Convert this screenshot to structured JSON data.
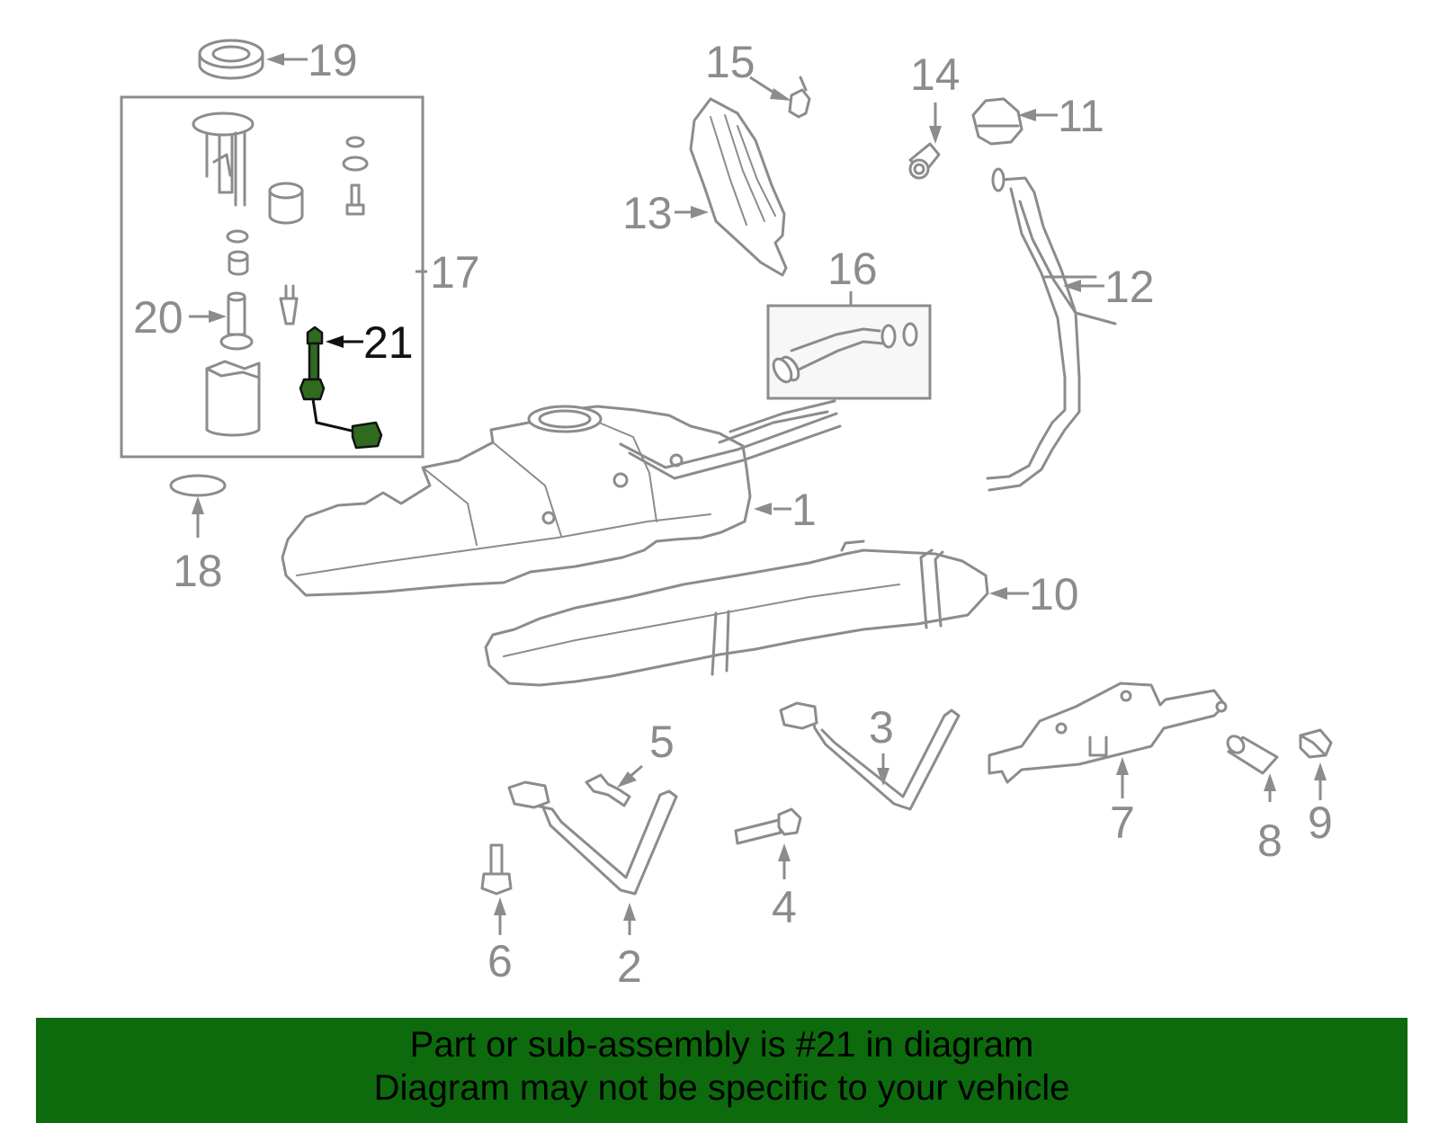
{
  "diagram": {
    "callouts": [
      "1",
      "2",
      "3",
      "4",
      "5",
      "6",
      "7",
      "8",
      "9",
      "10",
      "11",
      "12",
      "13",
      "14",
      "15",
      "16",
      "17",
      "18",
      "19",
      "20",
      "21"
    ],
    "highlighted_part": "21"
  },
  "banner": {
    "line1": "Part or sub-assembly is #21 in diagram",
    "line2": "Diagram may not be specific to your vehicle",
    "background": "#0d6b0d"
  },
  "colors": {
    "line_art": "#8c8c8c",
    "highlight_fill": "#2e6b1f",
    "highlight_text": "#111111"
  }
}
